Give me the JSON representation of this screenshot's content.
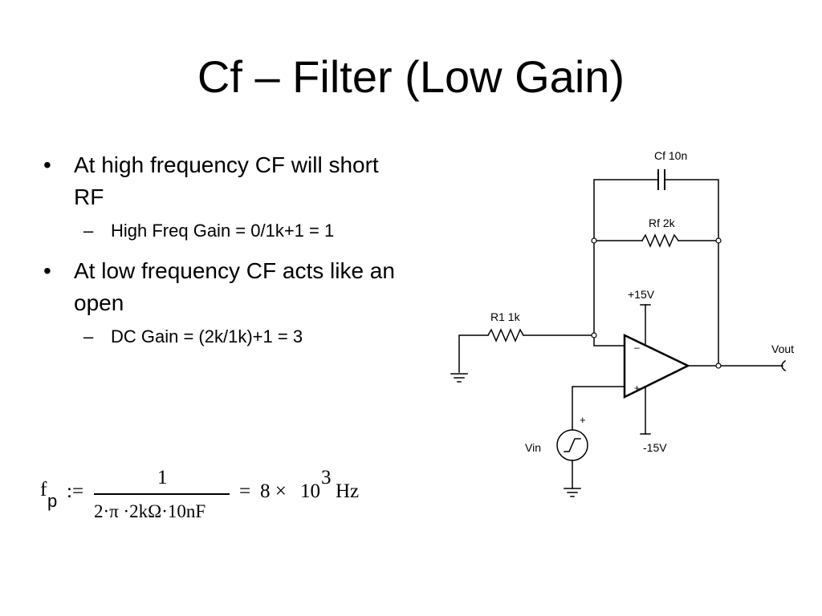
{
  "slide": {
    "title": "Cf – Filter (Low Gain)",
    "bullets": [
      {
        "text": "At high frequency CF will short RF",
        "sub": "High Freq Gain = 0/1k+1 = 1"
      },
      {
        "text": "At low frequency CF acts like an open",
        "sub": "DC Gain = (2k/1k)+1 = 3"
      }
    ]
  },
  "circuit": {
    "cf_label": "Cf 10n",
    "rf_label": "Rf 2k",
    "r1_label": "R1 1k",
    "vpos_label": "+15V",
    "vneg_label": "-15V",
    "vout_label": "Vout",
    "vin_label": "Vin",
    "src_plus": "+",
    "opamp_minus": "–",
    "opamp_plus": "+"
  },
  "formula": {
    "f": "f",
    "sub": "p",
    "assign": ":=",
    "numerator": "1",
    "denominator": "2·π ·2kΩ·10nF",
    "equals": "=",
    "coefficient": "8 ×",
    "base": "10",
    "exponent": "3",
    "unit": "Hz"
  }
}
